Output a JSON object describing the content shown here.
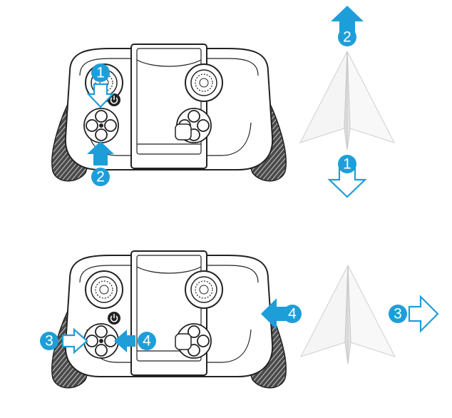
{
  "colors": {
    "accent": "#1e9ed9",
    "line": "#222222",
    "plane_light": "#f4f4f4",
    "plane_shade": "#d9d9d9"
  },
  "panels": [
    {
      "id": "top",
      "controller": {
        "power_icon": "power-icon",
        "dpad_icons": [
          "dpad-up-icon",
          "dpad-left-icon",
          "dpad-right-icon",
          "dpad-down-icon"
        ],
        "face_icons": [
          "button-top-icon",
          "button-left-icon",
          "button-right-icon",
          "button-bottom-icon"
        ]
      },
      "callouts": {
        "up": "1",
        "down": "2"
      },
      "plane": {
        "forward": "2",
        "backward": "1"
      }
    },
    {
      "id": "bottom",
      "controller": {
        "power_icon": "power-icon",
        "dpad_icons": [
          "dpad-up-icon",
          "dpad-left-icon",
          "dpad-right-icon",
          "dpad-down-icon"
        ],
        "face_icons": [
          "button-top-icon",
          "button-left-icon",
          "button-right-icon",
          "button-bottom-icon"
        ]
      },
      "callouts": {
        "left": "3",
        "right": "4"
      },
      "plane": {
        "left": "4",
        "right": "3"
      }
    }
  ]
}
